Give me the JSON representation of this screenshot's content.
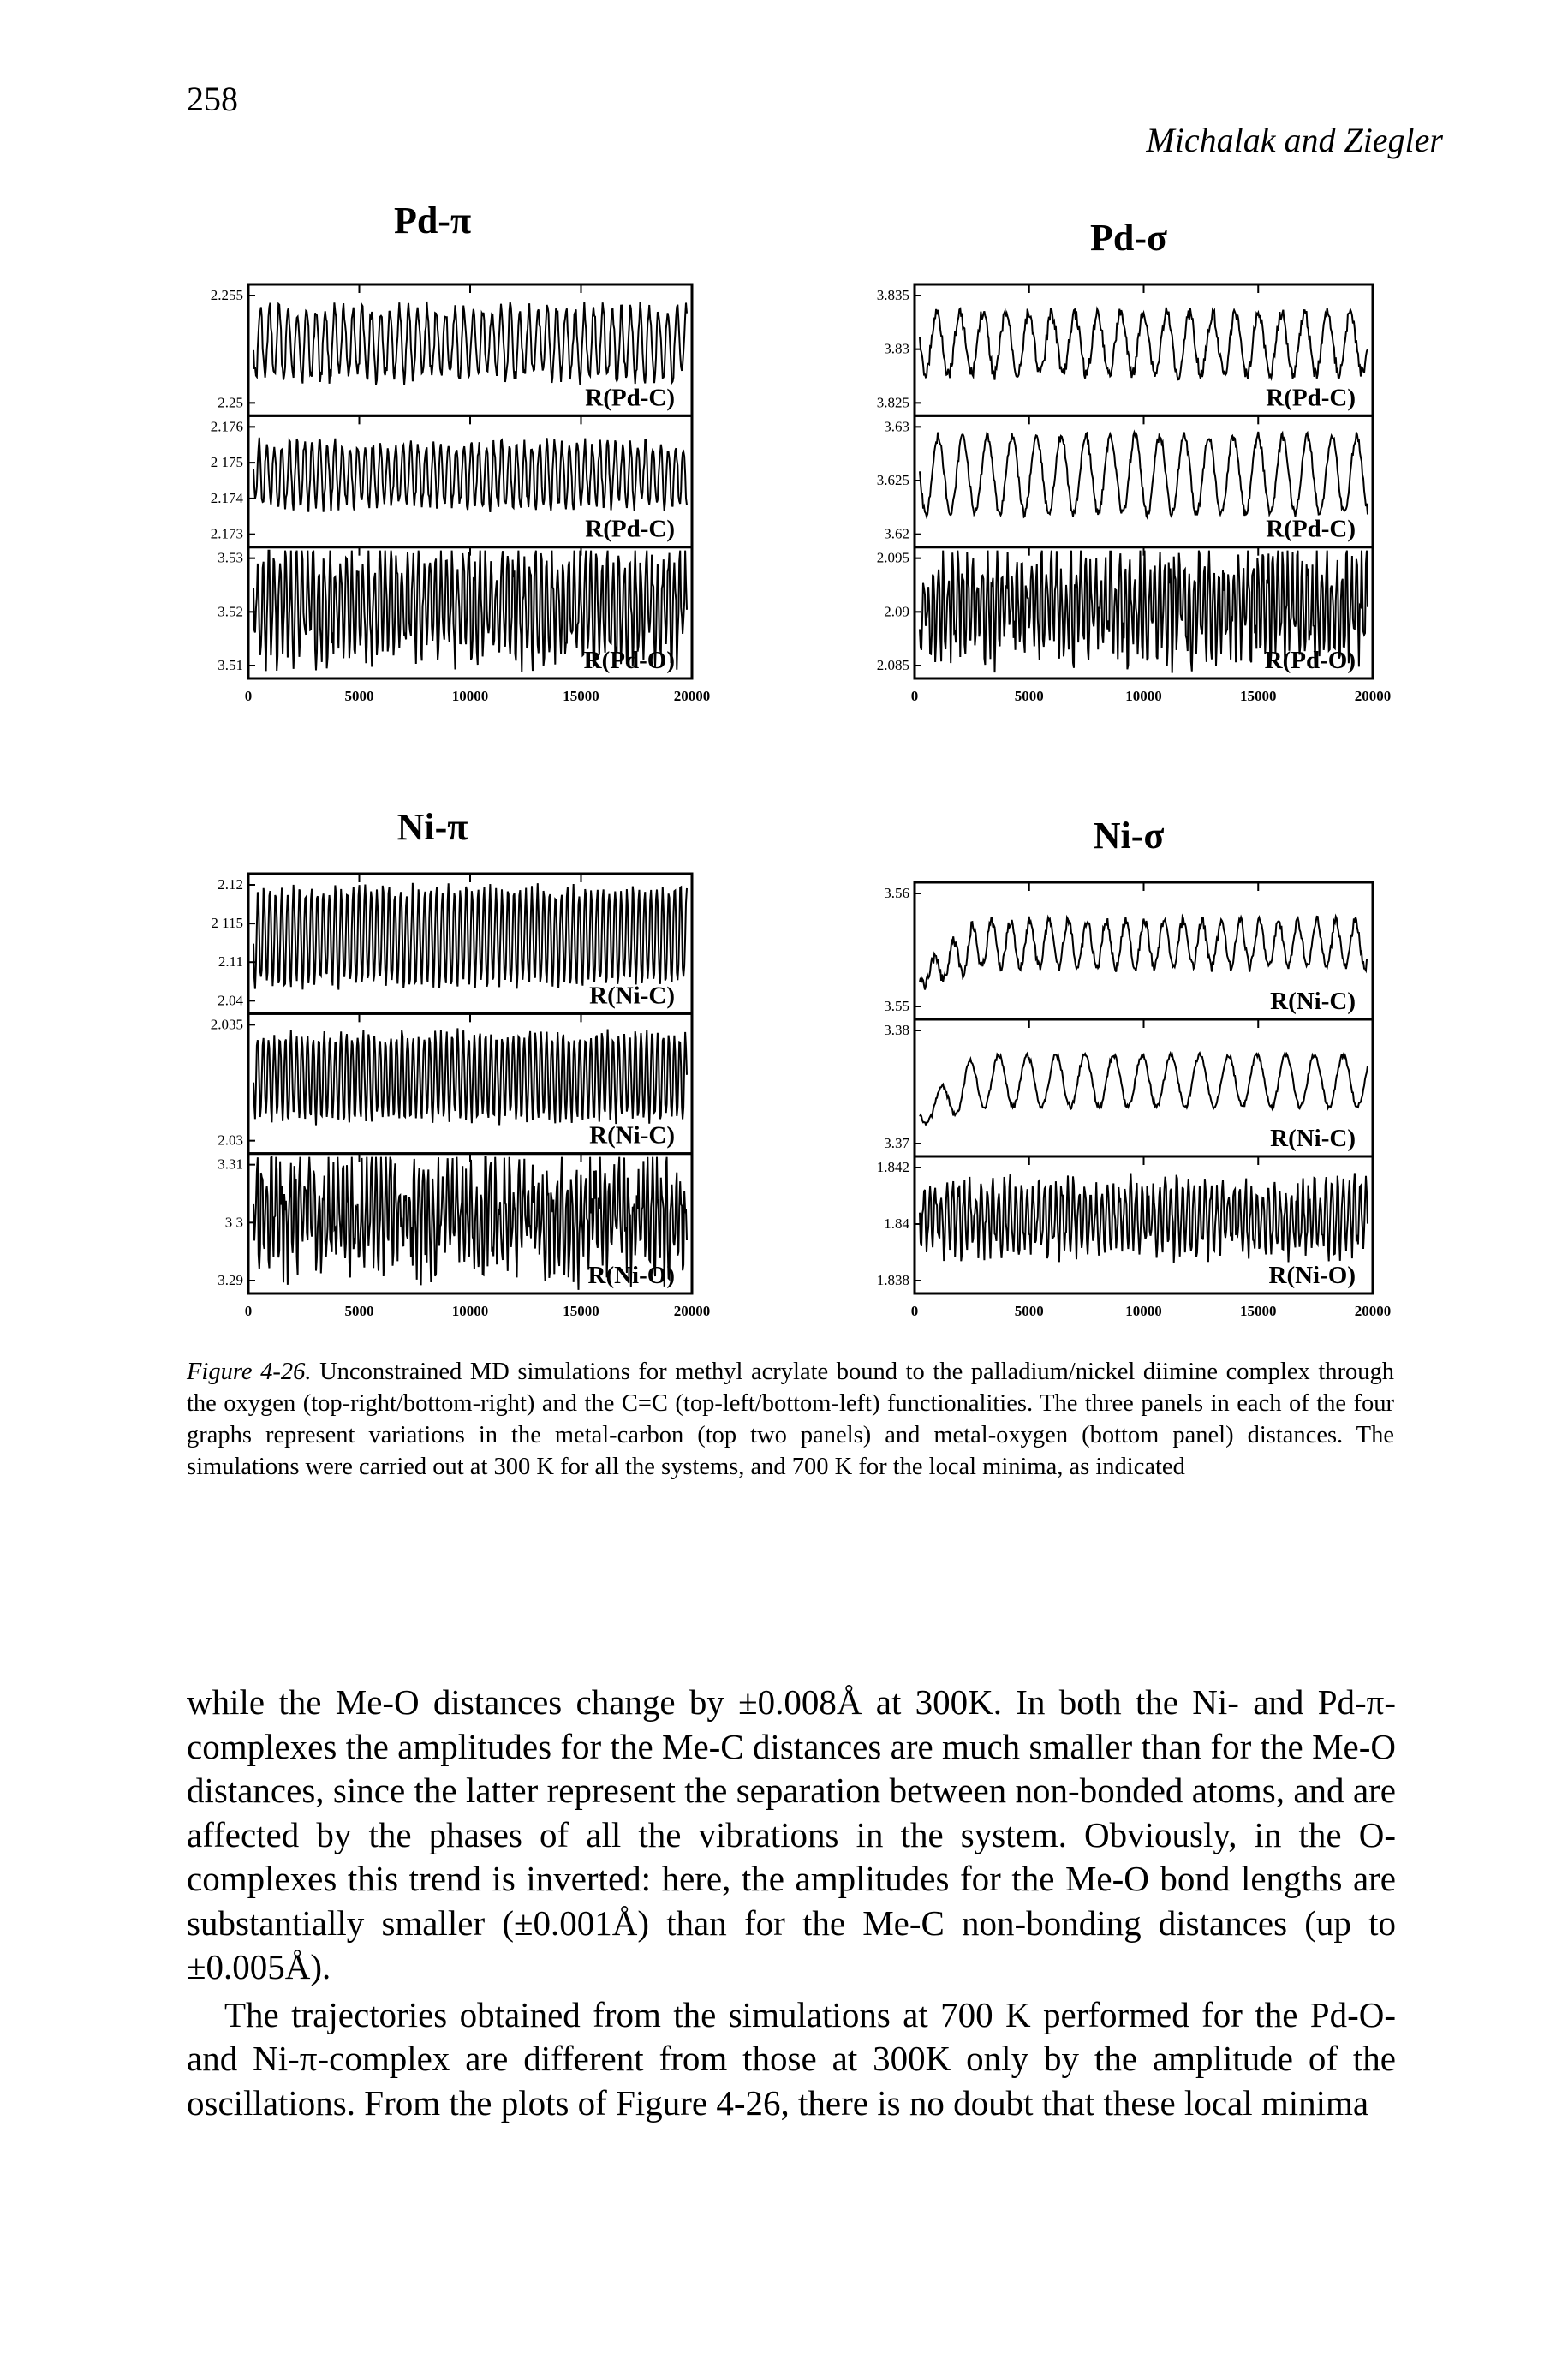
{
  "page_number": "258",
  "running_head": "Michalak and Ziegler",
  "figure": {
    "panels": [
      {
        "title": "Pd-π",
        "xticks": [
          "0",
          "5000",
          "10000",
          "15000",
          "20000"
        ],
        "traces": [
          {
            "label": "R(Pd-C)",
            "yticks": [
              "2.255",
              "2.25"
            ]
          },
          {
            "label": "R(Pd-C)",
            "yticks": [
              "2.176",
              "2 175",
              "2.174",
              "2.173"
            ]
          },
          {
            "label": "R(Pd-O)",
            "yticks": [
              "3.53",
              "3.52",
              "3.51"
            ]
          }
        ]
      },
      {
        "title": "Pd-σ",
        "xticks": [
          "0",
          "5000",
          "10000",
          "15000",
          "20000"
        ],
        "traces": [
          {
            "label": "R(Pd-C)",
            "yticks": [
              "3.835",
              "3.83",
              "3.825"
            ]
          },
          {
            "label": "R(Pd-C)",
            "yticks": [
              "3.63",
              "3.625",
              "3.62"
            ]
          },
          {
            "label": "R(Pd-O)",
            "yticks": [
              "2.095",
              "2.09",
              "2.085"
            ]
          }
        ]
      },
      {
        "title": "Ni-π",
        "xticks": [
          "0",
          "5000",
          "10000",
          "15000",
          "20000"
        ],
        "traces": [
          {
            "label": "R(Ni-C)",
            "yticks": [
              "2.12",
              "2 115",
              "2.11",
              "2.04"
            ]
          },
          {
            "label": "R(Ni-C)",
            "yticks": [
              "2.035",
              "2.03"
            ]
          },
          {
            "label": "R(Ni-O)",
            "yticks": [
              "3.31",
              "3 3",
              "3.29"
            ]
          }
        ]
      },
      {
        "title": "Ni-σ",
        "xticks": [
          "0",
          "5000",
          "10000",
          "15000",
          "20000"
        ],
        "traces": [
          {
            "label": "R(Ni-C)",
            "yticks": [
              "3.56",
              "3.55"
            ]
          },
          {
            "label": "R(Ni-C)",
            "yticks": [
              "3.38",
              "3.37"
            ]
          },
          {
            "label": "R(Ni-O)",
            "yticks": [
              "1.842",
              "1.84",
              "1.838"
            ]
          }
        ]
      }
    ],
    "caption_label": "Figure 4-26.",
    "caption_text": "Unconstrained MD simulations for methyl acrylate bound to the palladium/nickel diimine complex through the oxygen (top-right/bottom-right) and the C=C (top-left/bottom-left) functionalities. The three panels in each of the four graphs represent variations in the metal-carbon (top two panels) and metal-oxygen (bottom panel) distances. The simulations were carried out at 300 K for all the systems, and 700 K for the local minima, as indicated"
  },
  "body": {
    "paragraph_1": "while the Me-O distances change by ±0.008Å at 300K. In both the Ni- and Pd-π-complexes the amplitudes for the Me-C distances are much smaller than for the Me-O distances, since the latter represent the separation between non-bonded atoms, and are affected by the phases of all the vibrations in the system. Obviously, in the O-complexes this trend is inverted: here, the amplitudes for the Me-O bond lengths are substantially smaller (±0.001Å) than for the Me-C non-bonding distances (up to ±0.005Å).",
    "paragraph_2": "The trajectories obtained from the simulations at 700 K performed for the Pd-O- and Ni-π-complex are different from those at 300K only by the amplitude of the oscillations. From the plots of Figure 4-26, there is no doubt that these local minima"
  }
}
